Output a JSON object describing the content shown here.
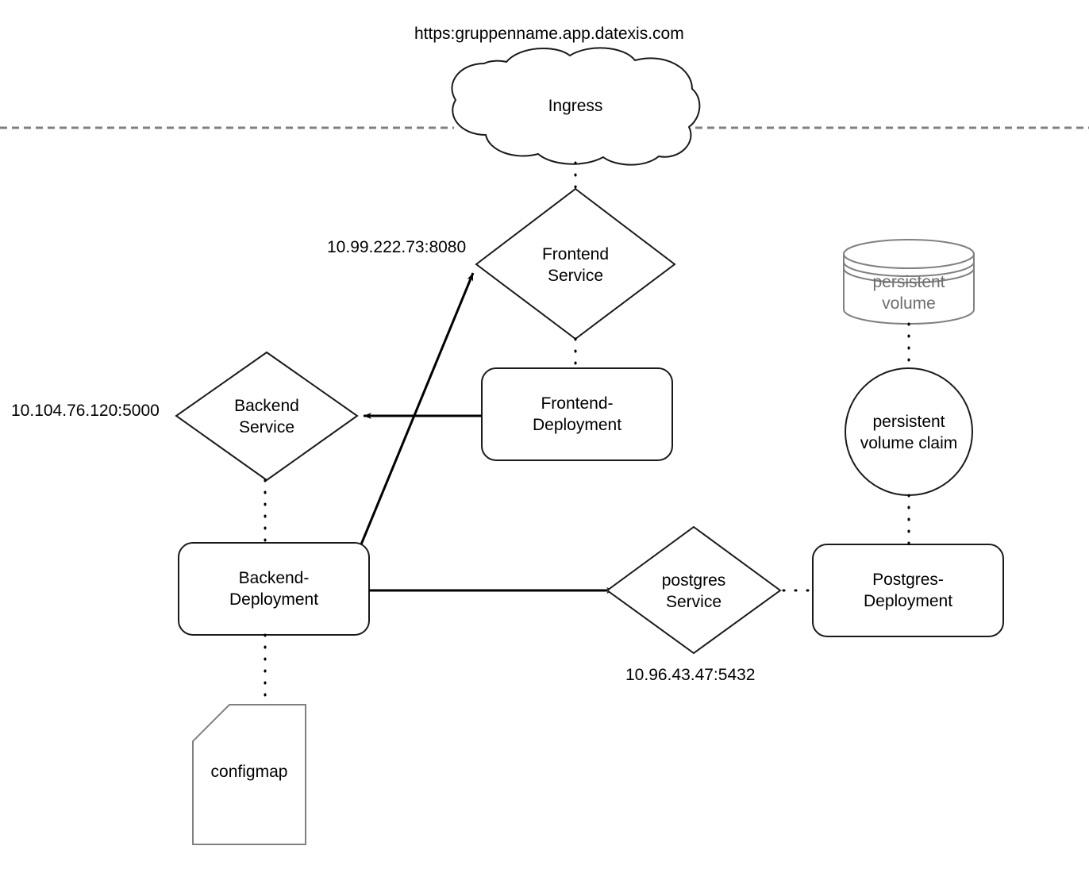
{
  "diagram": {
    "title_label": "https:gruppenname.app.datexis.com",
    "boundary_line": {
      "name": "cluster-boundary-dashed-line",
      "style": "dashed",
      "color": "#808080"
    },
    "nodes": [
      {
        "id": "ingress",
        "label": "Ingress",
        "shape": "cloud",
        "stroke": "#1a1a1a"
      },
      {
        "id": "frontend-service",
        "label": "Frontend\nService",
        "shape": "diamond",
        "stroke": "#1a1a1a"
      },
      {
        "id": "backend-service",
        "label": "Backend\nService",
        "shape": "diamond",
        "stroke": "#1a1a1a"
      },
      {
        "id": "frontend-deployment",
        "label": "Frontend-\nDeployment",
        "shape": "rounded-rectangle",
        "stroke": "#1a1a1a"
      },
      {
        "id": "backend-deployment",
        "label": "Backend-\nDeployment",
        "shape": "rounded-rectangle",
        "stroke": "#1a1a1a"
      },
      {
        "id": "configmap",
        "label": "configmap",
        "shape": "note-cut-corner",
        "stroke": "#808080"
      },
      {
        "id": "postgres-service",
        "label": "postgres\nService",
        "shape": "diamond",
        "stroke": "#1a1a1a"
      },
      {
        "id": "postgres-deployment",
        "label": "Postgres-\nDeployment",
        "shape": "rounded-rectangle",
        "stroke": "#1a1a1a"
      },
      {
        "id": "persistent-volume",
        "label": "persistent\nvolume",
        "shape": "cylinder",
        "stroke": "#808080"
      },
      {
        "id": "persistent-volume-claim",
        "label": "persistent\nvolume claim",
        "shape": "circle",
        "stroke": "#1a1a1a"
      }
    ],
    "edge_labels": [
      {
        "id": "frontend-service-address",
        "text": "10.99.222.73:8080"
      },
      {
        "id": "backend-service-address",
        "text": "10.104.76.120:5000"
      },
      {
        "id": "postgres-service-address",
        "text": "10.96.43.47:5432"
      }
    ],
    "edges": [
      {
        "from": "ingress",
        "to": "frontend-service",
        "style": "dotted"
      },
      {
        "from": "frontend-service",
        "to": "frontend-deployment",
        "style": "dotted"
      },
      {
        "from": "frontend-deployment",
        "to": "backend-service",
        "style": "solid-arrow"
      },
      {
        "from": "backend-service",
        "to": "backend-deployment",
        "style": "dotted"
      },
      {
        "from": "backend-deployment",
        "to": "frontend-service",
        "style": "solid-arrow"
      },
      {
        "from": "backend-deployment",
        "to": "postgres-service",
        "style": "solid-arrow"
      },
      {
        "from": "backend-deployment",
        "to": "configmap",
        "style": "dotted"
      },
      {
        "from": "postgres-service",
        "to": "postgres-deployment",
        "style": "dotted"
      },
      {
        "from": "persistent-volume",
        "to": "persistent-volume-claim",
        "style": "dotted"
      },
      {
        "from": "persistent-volume-claim",
        "to": "postgres-deployment",
        "style": "dotted"
      }
    ]
  }
}
